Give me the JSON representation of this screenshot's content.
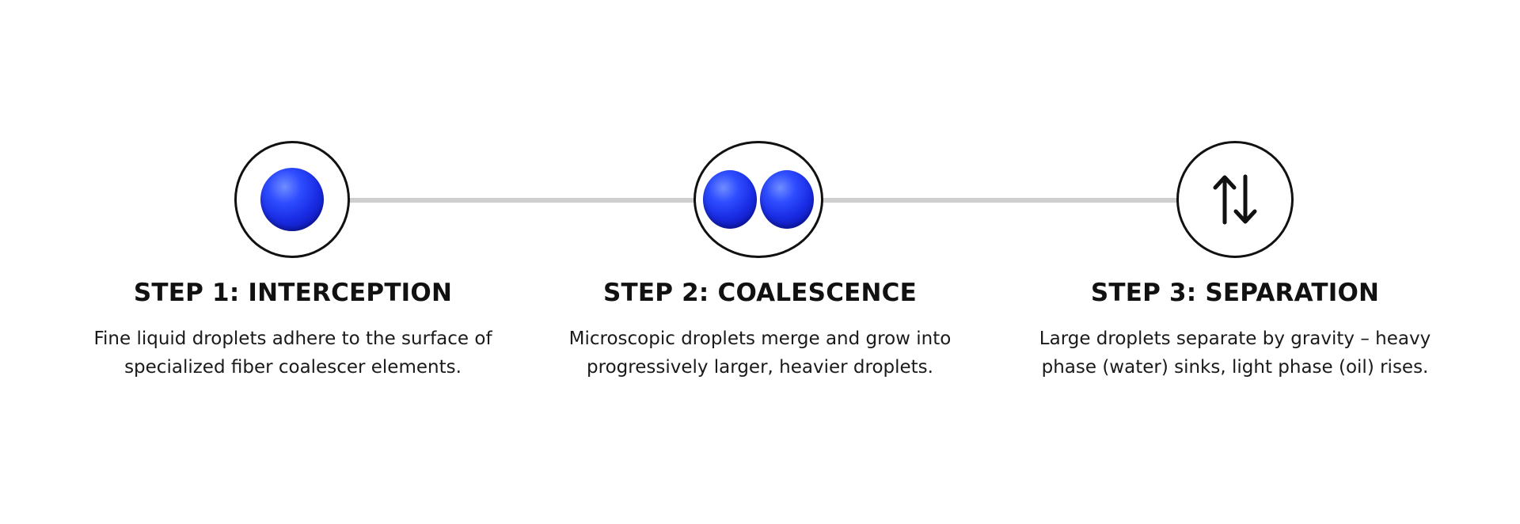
{
  "steps": [
    {
      "title": "STEP 1: INTERCEPTION",
      "desc_line1": "Fine liquid droplets adhere to the surface of",
      "desc_line2": "specialized fiber coalescer elements.",
      "icon": "single-droplet-icon"
    },
    {
      "title": "STEP 2: COALESCENCE",
      "desc_line1": "Microscopic droplets merge and grow into",
      "desc_line2": "progressively larger, heavier droplets.",
      "icon": "double-droplet-icon"
    },
    {
      "title": "STEP 3: SEPARATION",
      "desc_line1": "Large droplets separate by gravity – heavy",
      "desc_line2": "phase (water) sinks, light phase (oil) rises.",
      "icon": "up-down-arrows-icon"
    }
  ],
  "colors": {
    "droplet": "#1a2ee6",
    "connector": "#cfcfcf",
    "outline": "#111111"
  }
}
